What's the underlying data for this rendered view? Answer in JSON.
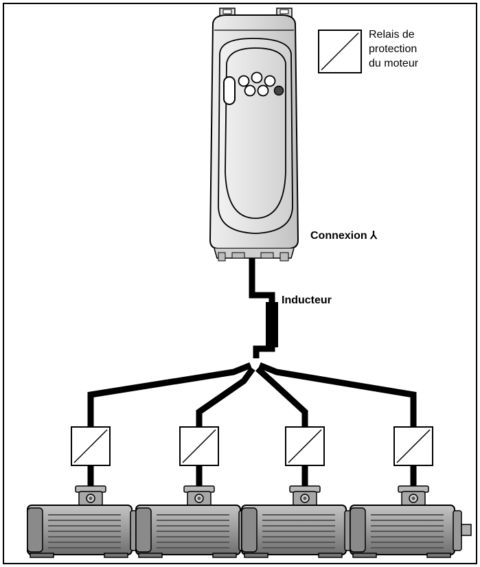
{
  "legend": {
    "relay_label_lines": [
      "Relais de",
      "protection",
      "du moteur"
    ]
  },
  "labels": {
    "connection": "Connexion ⅄",
    "inductor": "Inducteur"
  },
  "drive": {
    "keypad_buttons": 6,
    "color": "#d4d4d4"
  },
  "motors": [
    {
      "relay_icon": "motor-protection-relay-icon",
      "motor_icon": "motor-icon"
    },
    {
      "relay_icon": "motor-protection-relay-icon",
      "motor_icon": "motor-icon"
    },
    {
      "relay_icon": "motor-protection-relay-icon",
      "motor_icon": "motor-icon"
    },
    {
      "relay_icon": "motor-protection-relay-icon",
      "motor_icon": "motor-icon"
    }
  ],
  "colors": {
    "line": "#000000",
    "motor_body": "#9a9a9a",
    "motor_dark": "#555555"
  }
}
